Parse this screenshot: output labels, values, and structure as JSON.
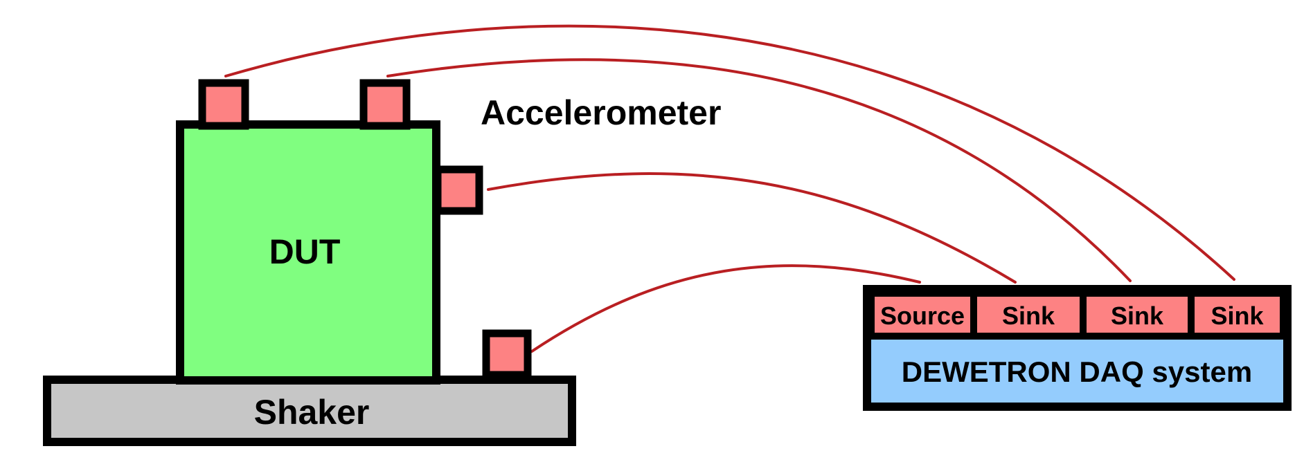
{
  "labels": {
    "accelerometer": "Accelerometer",
    "dut": "DUT",
    "shaker": "Shaker",
    "daq_system": "DEWETRON DAQ system"
  },
  "daq_channels": [
    {
      "label": "Source"
    },
    {
      "label": "Sink"
    },
    {
      "label": "Sink"
    },
    {
      "label": "Sink"
    }
  ],
  "colors": {
    "dut_fill": "#80fe80",
    "shaker_fill": "#c6c6c6",
    "sensor_fill": "#fd8283",
    "daq_fill": "#94ccfd",
    "cable": "#b91f22",
    "outline": "#000000"
  }
}
